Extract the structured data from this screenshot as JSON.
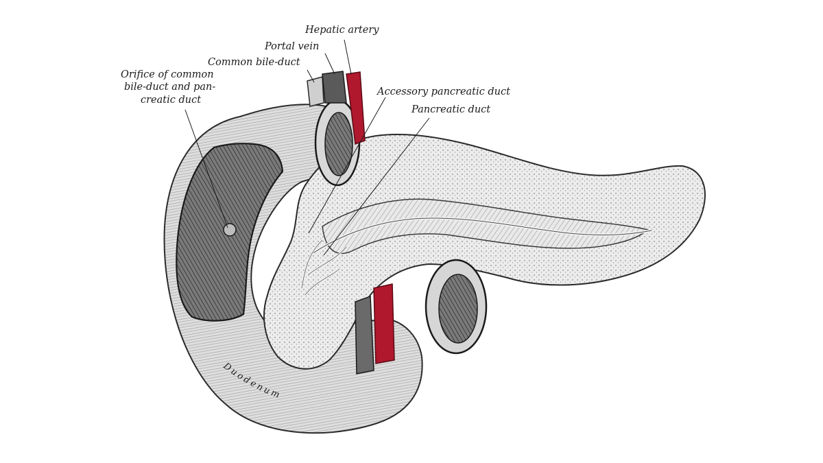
{
  "figure": {
    "labels": {
      "hepatic_artery": "Hepatic artery",
      "portal_vein": "Portal vein",
      "common_bile_duct": "Common bile-duct",
      "orifice_line1": "Orifice  of  common",
      "orifice_line2": "bile-duct and pan-",
      "orifice_line3": "creatic duct",
      "accessory_pancreatic_duct": "Accessory pancreatic duct",
      "pancreatic_duct": "Pancreatic duct",
      "duodenum": "Duodenum"
    },
    "colors": {
      "artery": "#b0182e",
      "ink": "#1a1a1a",
      "tissue_light": "#e6e6e6",
      "tissue_mid": "#b8b8b8",
      "tissue_dark": "#3a3a3a"
    }
  }
}
